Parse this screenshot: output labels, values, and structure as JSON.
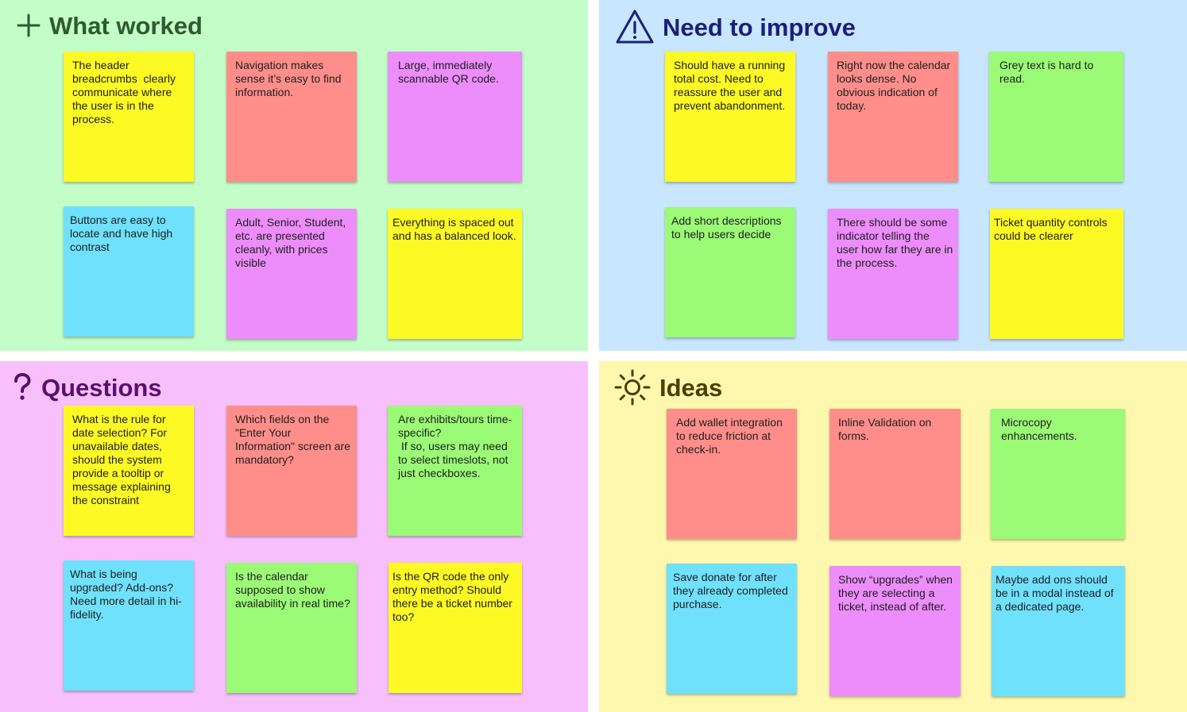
{
  "colors": {
    "worked_bg": "#c3fdc8",
    "improve_bg": "#c8e6ff",
    "questions_bg": "#f7c0fd",
    "ideas_bg": "#fef8ae",
    "worked_title": "#2f5a30",
    "improve_title": "#1a1f7a",
    "questions_title": "#5a0f6c",
    "ideas_title": "#4a3e05",
    "sticky_yellow": "#fdf925",
    "sticky_red": "#ff8e8a",
    "sticky_purple": "#ed8dfb",
    "sticky_cyan": "#6fe1fd",
    "sticky_green": "#9bfa76"
  },
  "sections": {
    "worked": {
      "title": "What worked",
      "icon": "plus-icon",
      "notes": [
        "The header breadcrumbs  clearly communicate where the user is in the process.",
        "Navigation makes sense it’s easy to find information.",
        "Large, immediately scannable QR code.",
        "Buttons are easy to locate and have high contrast",
        "Adult, Senior, Student, etc. are presented cleanly, with prices visible",
        "Everything is spaced out and has a balanced look."
      ]
    },
    "improve": {
      "title": "Need to improve",
      "icon": "warning-triangle-icon",
      "notes": [
        "Should have a running total cost. Need to reassure the user and prevent abandonment.",
        "Right now the calendar looks dense. No obvious indication of today.",
        "Grey text is hard to read.",
        "Add short descriptions to help users decide",
        "There should be some indicator telling the user how far they are in the process.",
        "Ticket quantity controls could be clearer"
      ]
    },
    "questions": {
      "title": "Questions",
      "icon": "question-mark-icon",
      "notes": [
        "What is the rule for date selection? For unavailable dates, should the system provide a tooltip or message explaining the constraint",
        "Which fields on the \"Enter Your Information\" screen are mandatory?",
        "Are exhibits/tours time-specific?\n If so, users may need to select timeslots, not just checkboxes.",
        "What is being upgraded? Add-ons? Need more detail in hi-fidelity.",
        "Is the calendar supposed to show availability in real time?",
        "Is the QR code the only entry method? Should there be a ticket number too?"
      ]
    },
    "ideas": {
      "title": "Ideas",
      "icon": "sun-icon",
      "notes": [
        "Add wallet integration to reduce friction at check-in.",
        "Inline Validation on forms.",
        "Microcopy enhancements.",
        "Save donate for after they already completed purchase.",
        "Show “upgrades” when they are selecting a ticket, instead of after.",
        "Maybe add ons should be in a modal instead of a dedicated page."
      ]
    }
  }
}
